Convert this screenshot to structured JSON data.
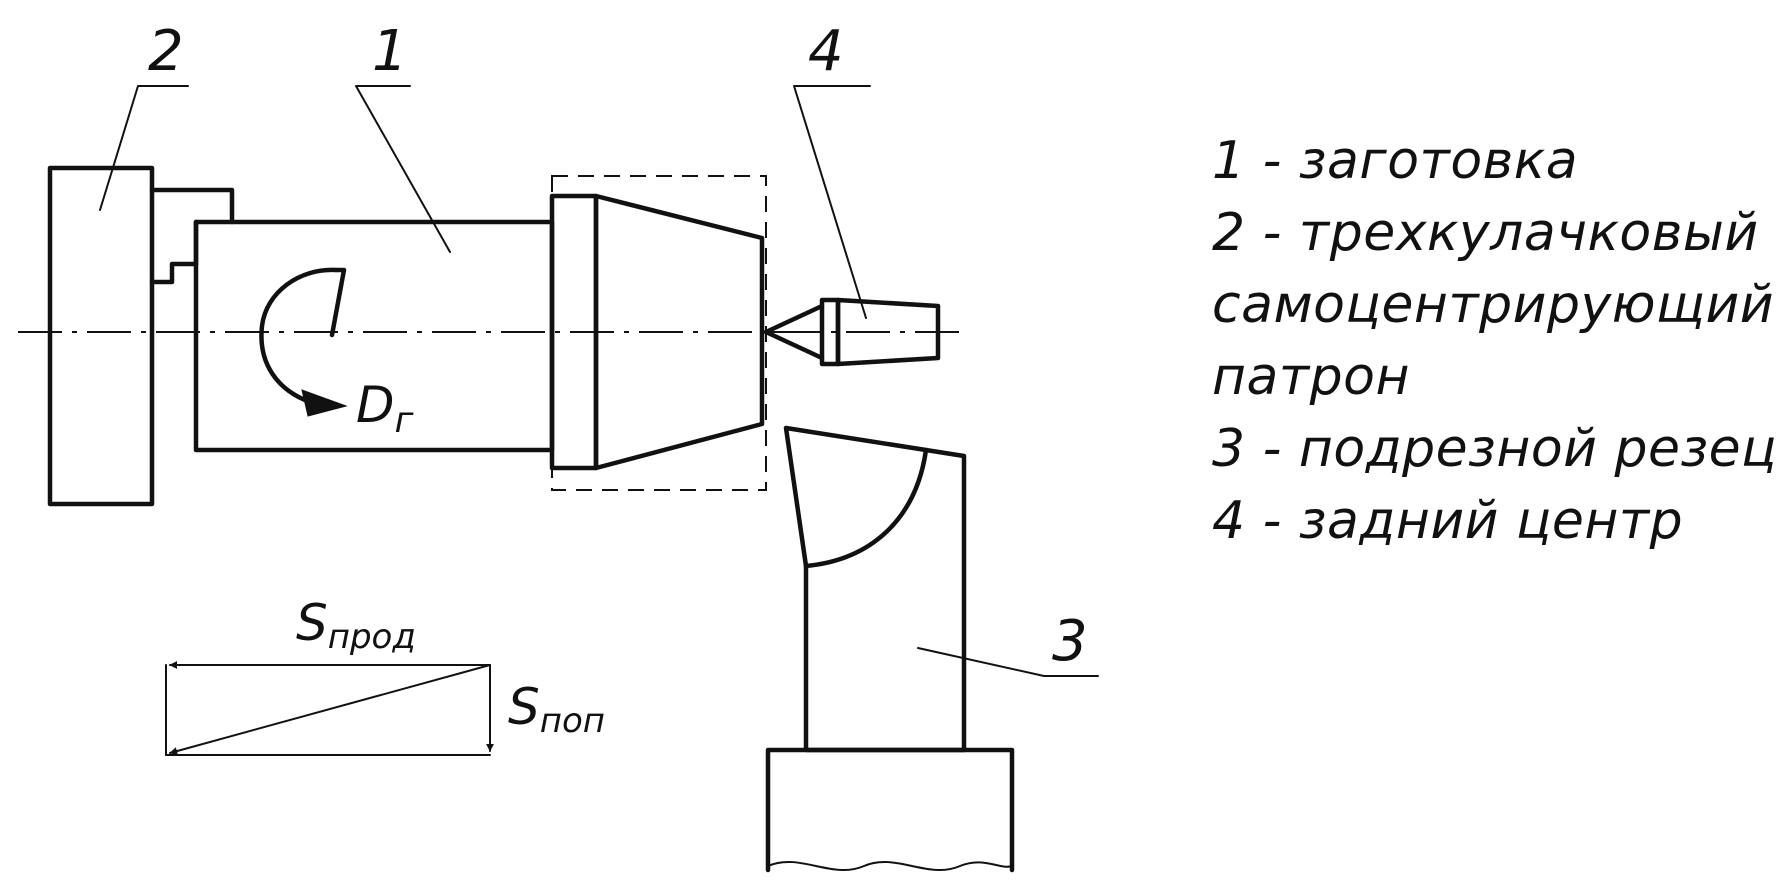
{
  "labels": {
    "workpiece_number": "1",
    "chuck_number": "2",
    "cutter_number": "3",
    "center_number": "4",
    "rotation_symbol": "D",
    "rotation_subscript": "г",
    "longitudinal_feed_symbol": "S",
    "longitudinal_feed_subscript": "прод",
    "cross_feed_symbol": "S",
    "cross_feed_subscript": "поп"
  },
  "legend": [
    "1 - заготовка",
    "2 - трехкулачковый",
    "самоцентрирующий",
    "патрон",
    "3 - подрезной резец",
    "4 - задний центр"
  ]
}
